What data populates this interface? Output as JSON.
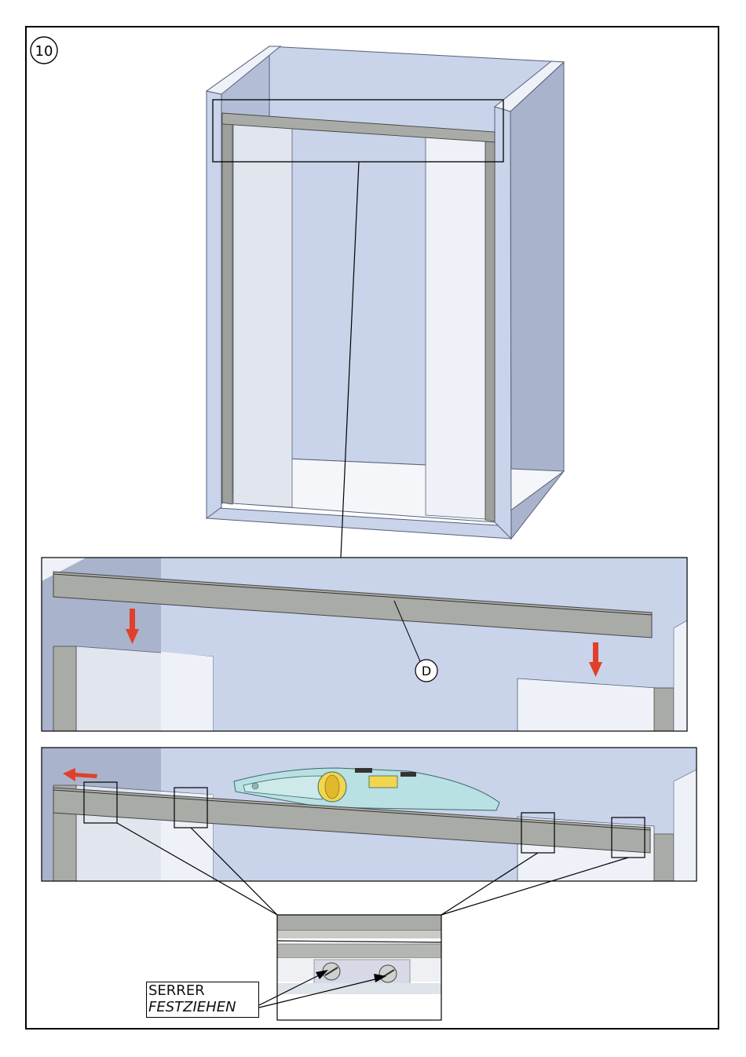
{
  "step": {
    "number": "10"
  },
  "callouts": {
    "part_d": "D"
  },
  "instructions": {
    "fr": "SERRER",
    "de": "FESTZIEHEN"
  },
  "colors": {
    "wall": "#c9d3ea",
    "wall_dark": "#a9b3cc",
    "wall_shadow": "#9ea9c3",
    "rail": "#a9aca6",
    "rail_dark": "#888b86",
    "glass": "#e3e7f0",
    "glass_light": "#eef1f7",
    "arrow": "#e0402a",
    "level_body": "#b9e0e2",
    "level_bubble": "#f1d64e"
  },
  "icons": [
    "arrow-down-icon",
    "arrow-left-icon",
    "spirit-level-icon",
    "screw-icon"
  ]
}
